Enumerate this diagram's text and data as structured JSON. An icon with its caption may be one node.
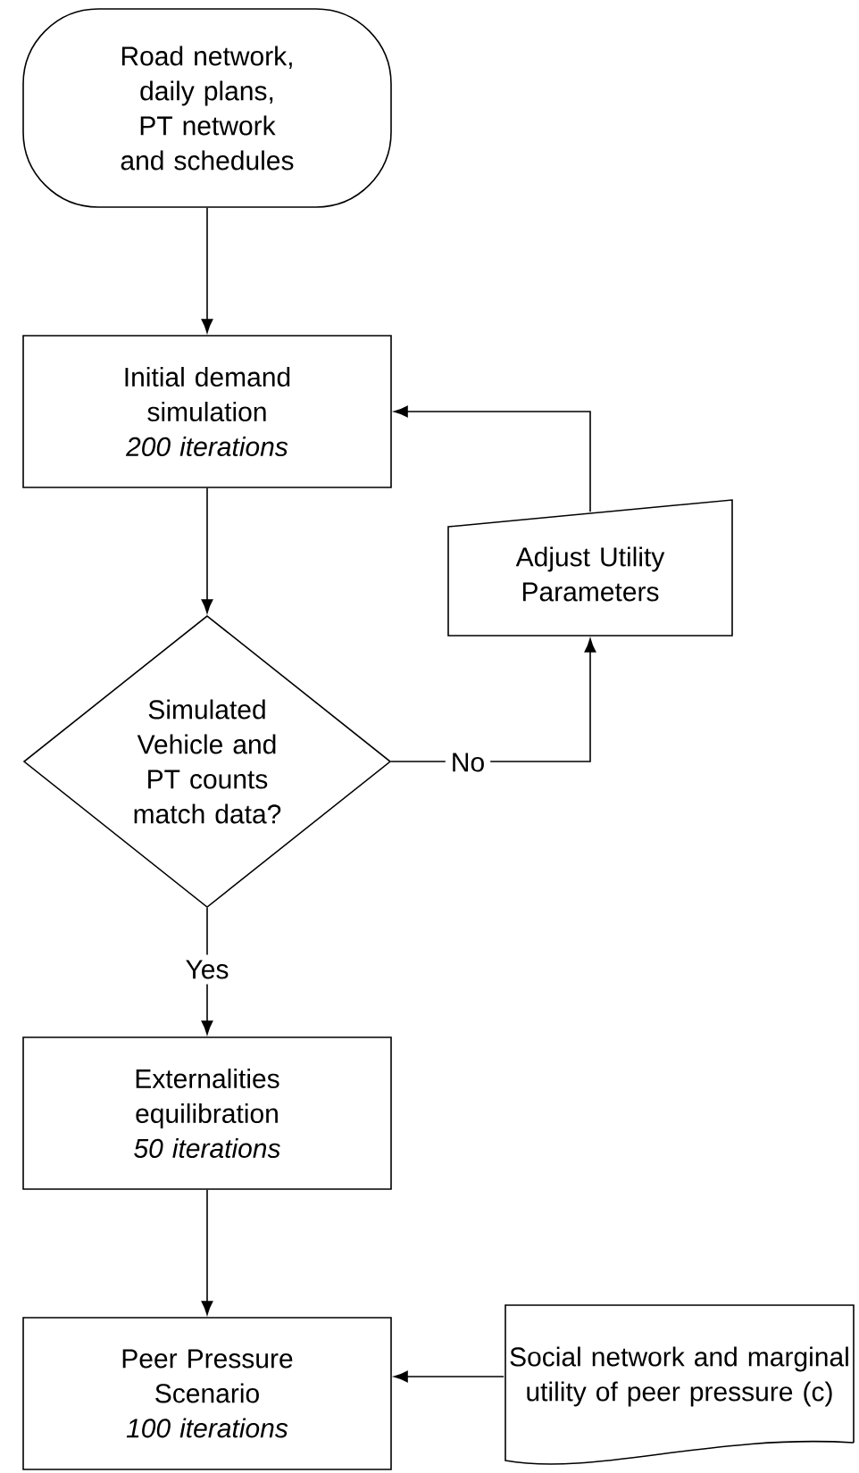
{
  "diagram": {
    "nodes": [
      {
        "text": [
          "Road network, daily plans, PT network and schedules"
        ]
      },
      {
        "text": [
          "Initial demand simulation",
          "200 iterations"
        ]
      },
      {
        "text": [
          "Simulated Vehicle and PT counts match data?"
        ]
      },
      {
        "text": [
          "Adjust Utility Parameters"
        ]
      },
      {
        "text": [
          "Externalities equilibration",
          "50 iterations"
        ]
      },
      {
        "text": [
          "Peer Pressure Scenario",
          "100 iterations"
        ]
      },
      {
        "text": [
          "Social network and marginal utility of peer pressure (c)"
        ]
      }
    ],
    "edges": [
      {
        "from": 0,
        "to": 1,
        "arrow": "to"
      },
      {
        "from": 1,
        "to": 2,
        "arrow": "to"
      },
      {
        "from": 2,
        "to": 3,
        "arrow": "to",
        "label": "No"
      },
      {
        "from": 3,
        "to": 1,
        "arrow": "to"
      },
      {
        "from": 2,
        "to": 4,
        "arrow": "to",
        "label": "Yes"
      },
      {
        "from": 4,
        "to": 5,
        "arrow": "to"
      },
      {
        "from": 6,
        "to": 5,
        "arrow": "to"
      }
    ]
  }
}
